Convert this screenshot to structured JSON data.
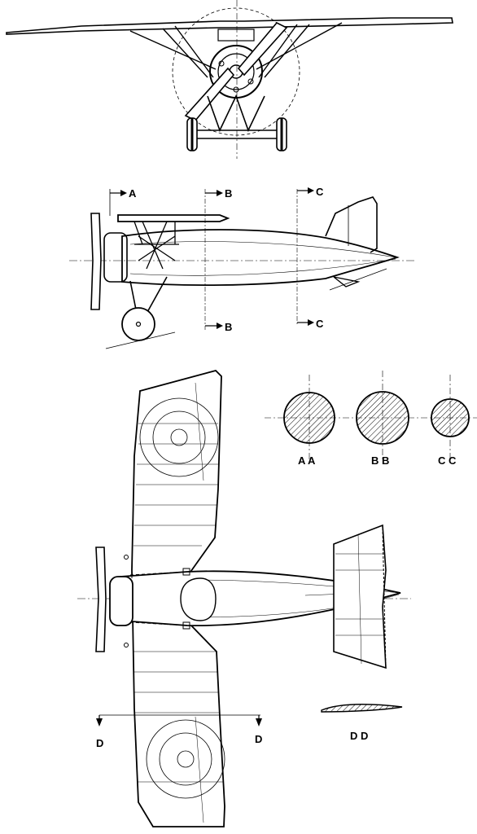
{
  "section_labels": {
    "a_top": "A",
    "b_top": "B",
    "b_bottom": "B",
    "c_top": "C",
    "c_bottom": "C",
    "d_left": "D",
    "d_right": "D"
  },
  "cross_sections": {
    "aa": "A A",
    "bb": "B B",
    "cc": "C C",
    "dd": "D D"
  },
  "colors": {
    "ink": "#000000",
    "background": "#ffffff"
  }
}
